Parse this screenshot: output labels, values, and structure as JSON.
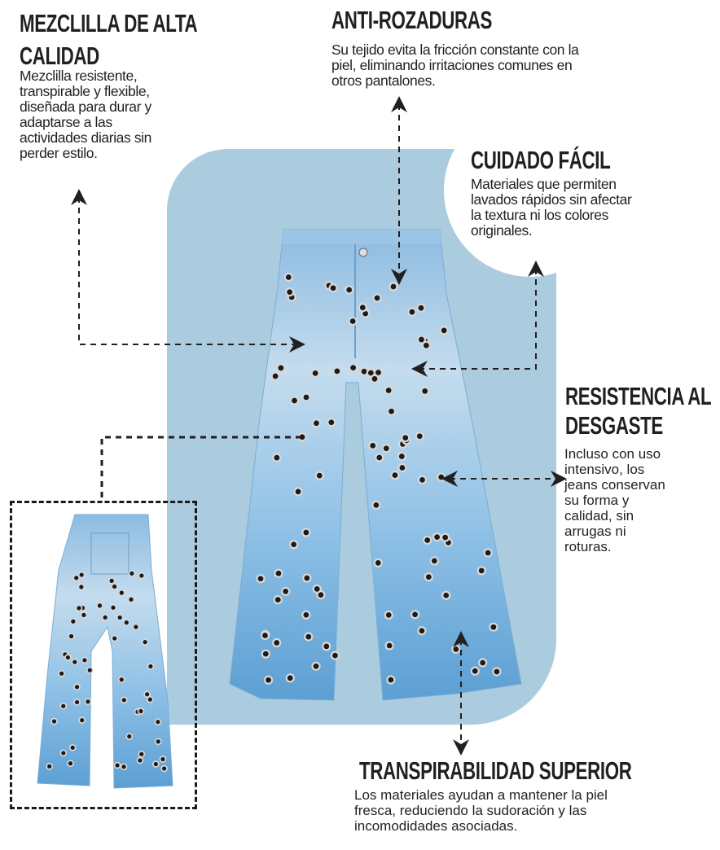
{
  "features": [
    {
      "title_line1": "MEZCLILLA DE ALTA",
      "title_line2": "CALIDAD",
      "text": "Mezclilla resistente,\ntranspirable y flexible,\ndiseñada para durar y\nadaptarse a las\nactividades diarias sin\nperder estilo."
    },
    {
      "title": "ANTI-ROZADURAS",
      "text": "Su tejido evita la fricción constante con la\npiel, eliminando irritaciones comunes en\notros pantalones."
    },
    {
      "title": "CUIDADO FÁCIL",
      "text": "Materiales que permiten\nlavados rápidos sin afectar\nla textura ni los colores\noriginales."
    },
    {
      "title_line1": "RESISTENCIA AL",
      "title_line2": "DESGASTE",
      "text": "Incluso con uso\nintensivo, los\njeans conservan\nsu forma y\ncalidad, sin\narrugas ni\nroturas."
    },
    {
      "title": "TRANSPIRABILIDAD SUPERIOR",
      "text": "Los materiales ayudan a mantener la piel\nfresca, reduciendo la sudoración y las\nincomodidades asociadas."
    }
  ],
  "colors": {
    "panel": "#abcbdf",
    "denim_light": "#c4dcee",
    "denim_dark": "#5c9fd3",
    "text": "#231f20"
  }
}
